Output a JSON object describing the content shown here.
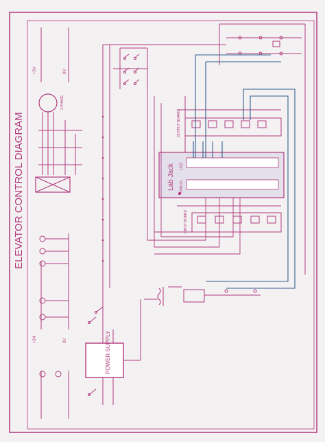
{
  "diagram": {
    "title": "ELEVATOR CONTROL DIAGRAM",
    "power_supply_label": "POWER SUPPLY",
    "lab_jack_label": "Lab Jack",
    "lab_jack_model": "U12",
    "status_label": "STATUS",
    "output_board_label": "OUTPUT BOARD",
    "input_board_label": "INPUT BOARD",
    "plus5v_label": "+5V",
    "zero_v_label": "0V",
    "plus24v_label": "+24",
    "zero_v_label_2": "0V",
    "motor_label": "3 PHASE",
    "colors": {
      "wire": "#b03a7c",
      "blue_wire": "#2f5f8e",
      "paper": "#f4f1f3",
      "board": "#e3e0ec"
    }
  }
}
